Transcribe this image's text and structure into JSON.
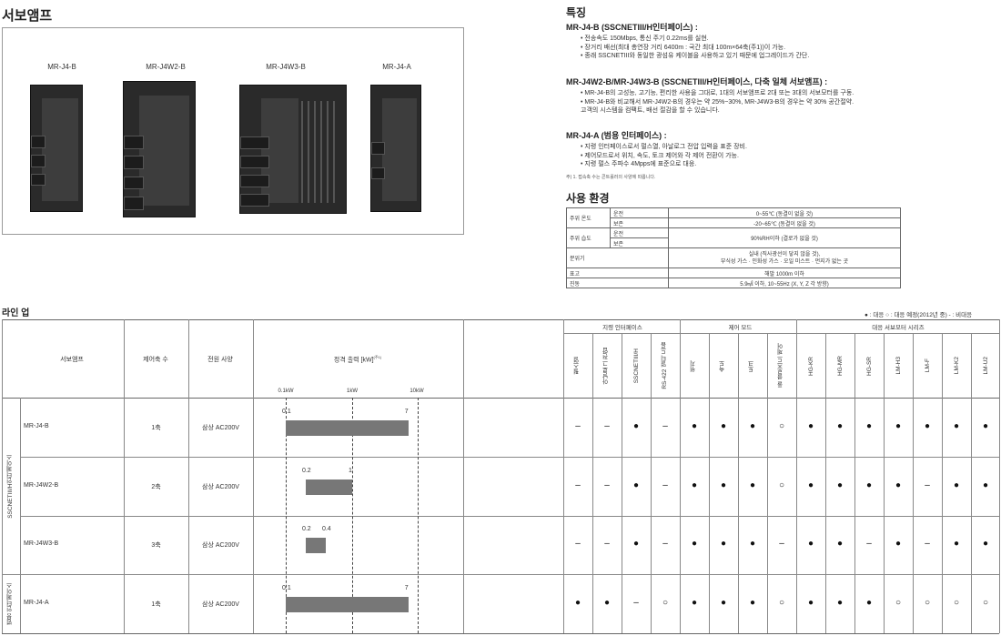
{
  "title_servo": "서보앰프",
  "products": [
    {
      "label": "MR-J4-B"
    },
    {
      "label": "MR-J4W2-B"
    },
    {
      "label": "MR-J4W3-B"
    },
    {
      "label": "MR-J4-A"
    }
  ],
  "features": {
    "title": "특징",
    "groups": [
      {
        "title": "MR-J4-B (SSCNETIII/H인터페이스) :",
        "items": [
          "• 전송속도 150Mbps, 통신 주기 0.22ms를 실현.",
          "• 장거리 배선(최대 총연장 거리 6400m : 국간 최대 100m×64축(주1))이 가능.",
          "• 종래 SSCNETIII와 동일한 광섬유 케이블을 사용하고 있기 때문에 업그레이드가 간단."
        ]
      },
      {
        "title": "MR-J4W2-B/MR-J4W3-B (SSCNETIII/H인터페이스, 다축 일체 서보앰프) :",
        "items": [
          "• MR-J4-B의 고성능, 고기능, 편리한 사용을 그대로, 1대의 서보앰프로 2대 또는 3대의 서보모터를 구동.",
          "• MR-J4-B와 비교해서 MR-J4W2-B의 경우는 약 25%~30%, MR-J4W3-B의 경우는 약 30% 공간절약.",
          "  고객의 시스템을 컴팩트, 배선 절감을 할 수 있습니다."
        ]
      },
      {
        "title": "MR-J4-A (범용 인터페이스) :",
        "items": [
          "• 지령 인터페이스로서 펄스열, 아날로그 전압 입력을 표준 장비.",
          "• 제어모드로서 위치, 속도, 토크 제어와 각 제어 전환이 가능.",
          "• 지령 펄스 주파수 4Mpps에 표준으로 대응."
        ]
      }
    ],
    "footnote": "주) 1. 접속축 수는 콘트롤러의 사양에 따릅니다."
  },
  "environment": {
    "title": "사용 환경",
    "rows": [
      {
        "label": "주위 온도",
        "sub": "운전",
        "value": "0~55℃ (동결이 없을 것)"
      },
      {
        "label": "",
        "sub": "보존",
        "value": "-20~65℃ (동결이 없을 것)"
      },
      {
        "label": "주위 습도",
        "sub": "운전",
        "value": "90%RH이하 (결로가 없을 것)"
      },
      {
        "label": "",
        "sub": "보존",
        "value": ""
      },
      {
        "label": "분위기",
        "sub": "",
        "value": "실내 (직사광선이 닿지 않을 것),"
      },
      {
        "label": "",
        "sub": "",
        "value": "부식성 가스 · 인화성 가스 · 오일 미스트 · 먼지가 없는 곳"
      },
      {
        "label": "표고",
        "sub": "",
        "value": "해발 1000m 이하"
      },
      {
        "label": "진동",
        "sub": "",
        "value": "5.9㎨ 이하, 10~55Hz (X, Y, Z 각 방향)"
      }
    ]
  },
  "lineup": {
    "title": "라인 업",
    "legend": "● : 대응   ○ : 대응 예정(2012년 중)   - : 비대응",
    "headers": {
      "amp": "서보앰프",
      "axes": "제어축 수",
      "power": "전원 사양",
      "output": "정격 출력 [kW]",
      "output_note": "(주1)",
      "ticks": [
        "0.1kW",
        "1kW",
        "10kW"
      ],
      "cmd_interface": "지령 인터페이스",
      "control_mode": "제어 모드",
      "motor_series": "대응 서보모터 시리즈",
      "columns": [
        "펄스열",
        "아날로그 전압",
        "SSCNETIII/H",
        "RS-422 멀티 드롭",
        "위치",
        "속도",
        "토크",
        "풀 클로즈드 제어",
        "HG-KR",
        "HG-MR",
        "HG-SR",
        "LM-H3",
        "LM-F",
        "LM-K2",
        "LM-U2"
      ]
    },
    "groups": [
      {
        "name": "SSCNETIII/H인터페이스"
      },
      {
        "name": "범용 인터페이스"
      }
    ],
    "rows": [
      {
        "model": "MR-J4-B",
        "axes": "1축",
        "power": "삼상 AC200V",
        "min": "0.1",
        "max": "7",
        "min_kw": 0.1,
        "max_kw": 7,
        "marks": [
          "-",
          "-",
          "●",
          "-",
          "●",
          "●",
          "●",
          "○",
          "●",
          "●",
          "●",
          "●",
          "●",
          "●",
          "●"
        ]
      },
      {
        "model": "MR-J4W2-B",
        "axes": "2축",
        "power": "삼상 AC200V",
        "min": "0.2",
        "max": "1",
        "min_kw": 0.2,
        "max_kw": 1,
        "marks": [
          "-",
          "-",
          "●",
          "-",
          "●",
          "●",
          "●",
          "○",
          "●",
          "●",
          "●",
          "●",
          "-",
          "●",
          "●"
        ]
      },
      {
        "model": "MR-J4W3-B",
        "axes": "3축",
        "power": "삼상 AC200V",
        "min": "0.2",
        "max": "0.4",
        "min_kw": 0.2,
        "max_kw": 0.4,
        "marks": [
          "-",
          "-",
          "●",
          "-",
          "●",
          "●",
          "●",
          "-",
          "●",
          "●",
          "-",
          "●",
          "-",
          "●",
          "●"
        ]
      },
      {
        "model": "MR-J4-A",
        "axes": "1축",
        "power": "삼상 AC200V",
        "min": "0.1",
        "max": "7",
        "min_kw": 0.1,
        "max_kw": 7,
        "marks": [
          "●",
          "●",
          "-",
          "○",
          "●",
          "●",
          "●",
          "○",
          "●",
          "●",
          "●",
          "○",
          "○",
          "○",
          "○"
        ]
      }
    ]
  }
}
